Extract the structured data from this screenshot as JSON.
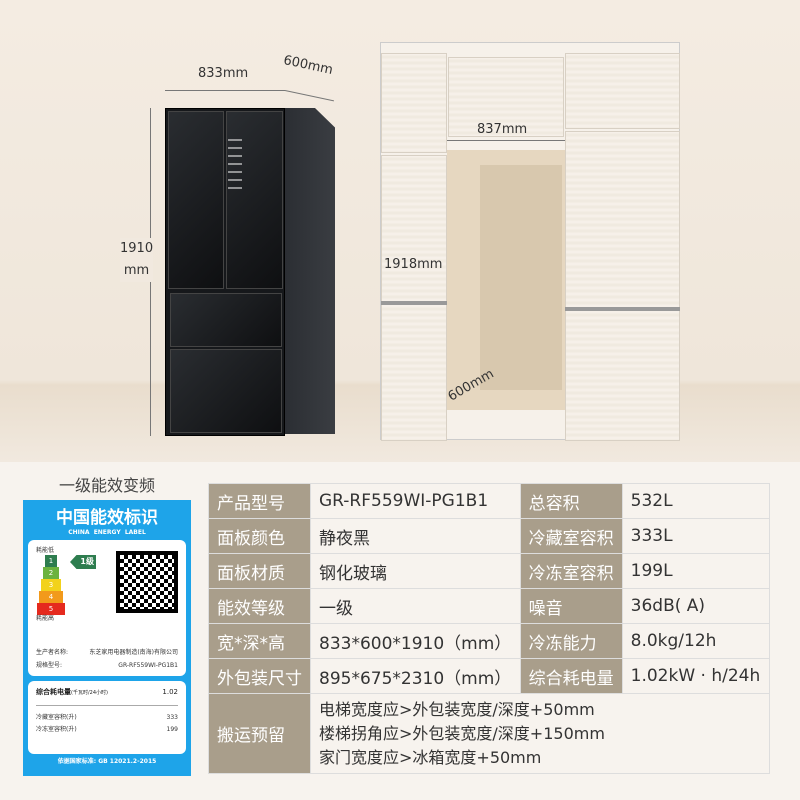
{
  "dimensions": {
    "fridge_width": "833mm",
    "fridge_depth": "600mm",
    "fridge_height": "1910\nmm",
    "cabinet_width": "837mm",
    "cabinet_height": "1918mm",
    "cabinet_depth": "600mm"
  },
  "energy": {
    "title": "一级能效变频",
    "label_cn": "中国能效标识",
    "label_en": "CHINA  ENERGY  LABEL",
    "low": "耗能低",
    "high": "耗能高",
    "grades": [
      "1",
      "2",
      "3",
      "4",
      "5"
    ],
    "grade_colors": [
      "#2e7d4f",
      "#6cb33f",
      "#f2d21b",
      "#f29a1b",
      "#e52a1e"
    ],
    "current_grade": "1级",
    "maker_label": "生产者名称:",
    "maker": "东芝家用电器制造(南海)有限公司",
    "model_label": "规格型号:",
    "model": "GR-RF559WI-PG1B1",
    "consumption_label": "综合耗电量",
    "consumption_unit": "(千瓦时/24小时)",
    "consumption": "1.02",
    "fridge_vol_label": "冷藏室容积(升)",
    "fridge_vol": "333",
    "freezer_vol_label": "冷冻室容积(升)",
    "freezer_vol": "199",
    "standard": "依据国家标准: GB 12021.2-2015"
  },
  "specs": {
    "rows": [
      [
        "产品型号",
        "GR-RF559WI-PG1B1",
        "总容积",
        "532L"
      ],
      [
        "面板颜色",
        "静夜黑",
        "冷藏室容积",
        "333L"
      ],
      [
        "面板材质",
        "钢化玻璃",
        "冷冻室容积",
        "199L"
      ],
      [
        "能效等级",
        "一级",
        "噪音",
        "36dB( A)"
      ],
      [
        "宽*深*高",
        "833*600*1910（mm）",
        "冷冻能力",
        "8.0kg/12h"
      ],
      [
        "外包装尺寸",
        "895*675*2310（mm）",
        "综合耗电量",
        "1.02kW · h/24h"
      ]
    ],
    "transport_label": "搬运预留",
    "transport": [
      "电梯宽度应>外包装宽度/深度+50mm",
      "楼梯拐角应>外包装宽度/深度+150mm",
      "家门宽度应>冰箱宽度+50mm"
    ]
  }
}
